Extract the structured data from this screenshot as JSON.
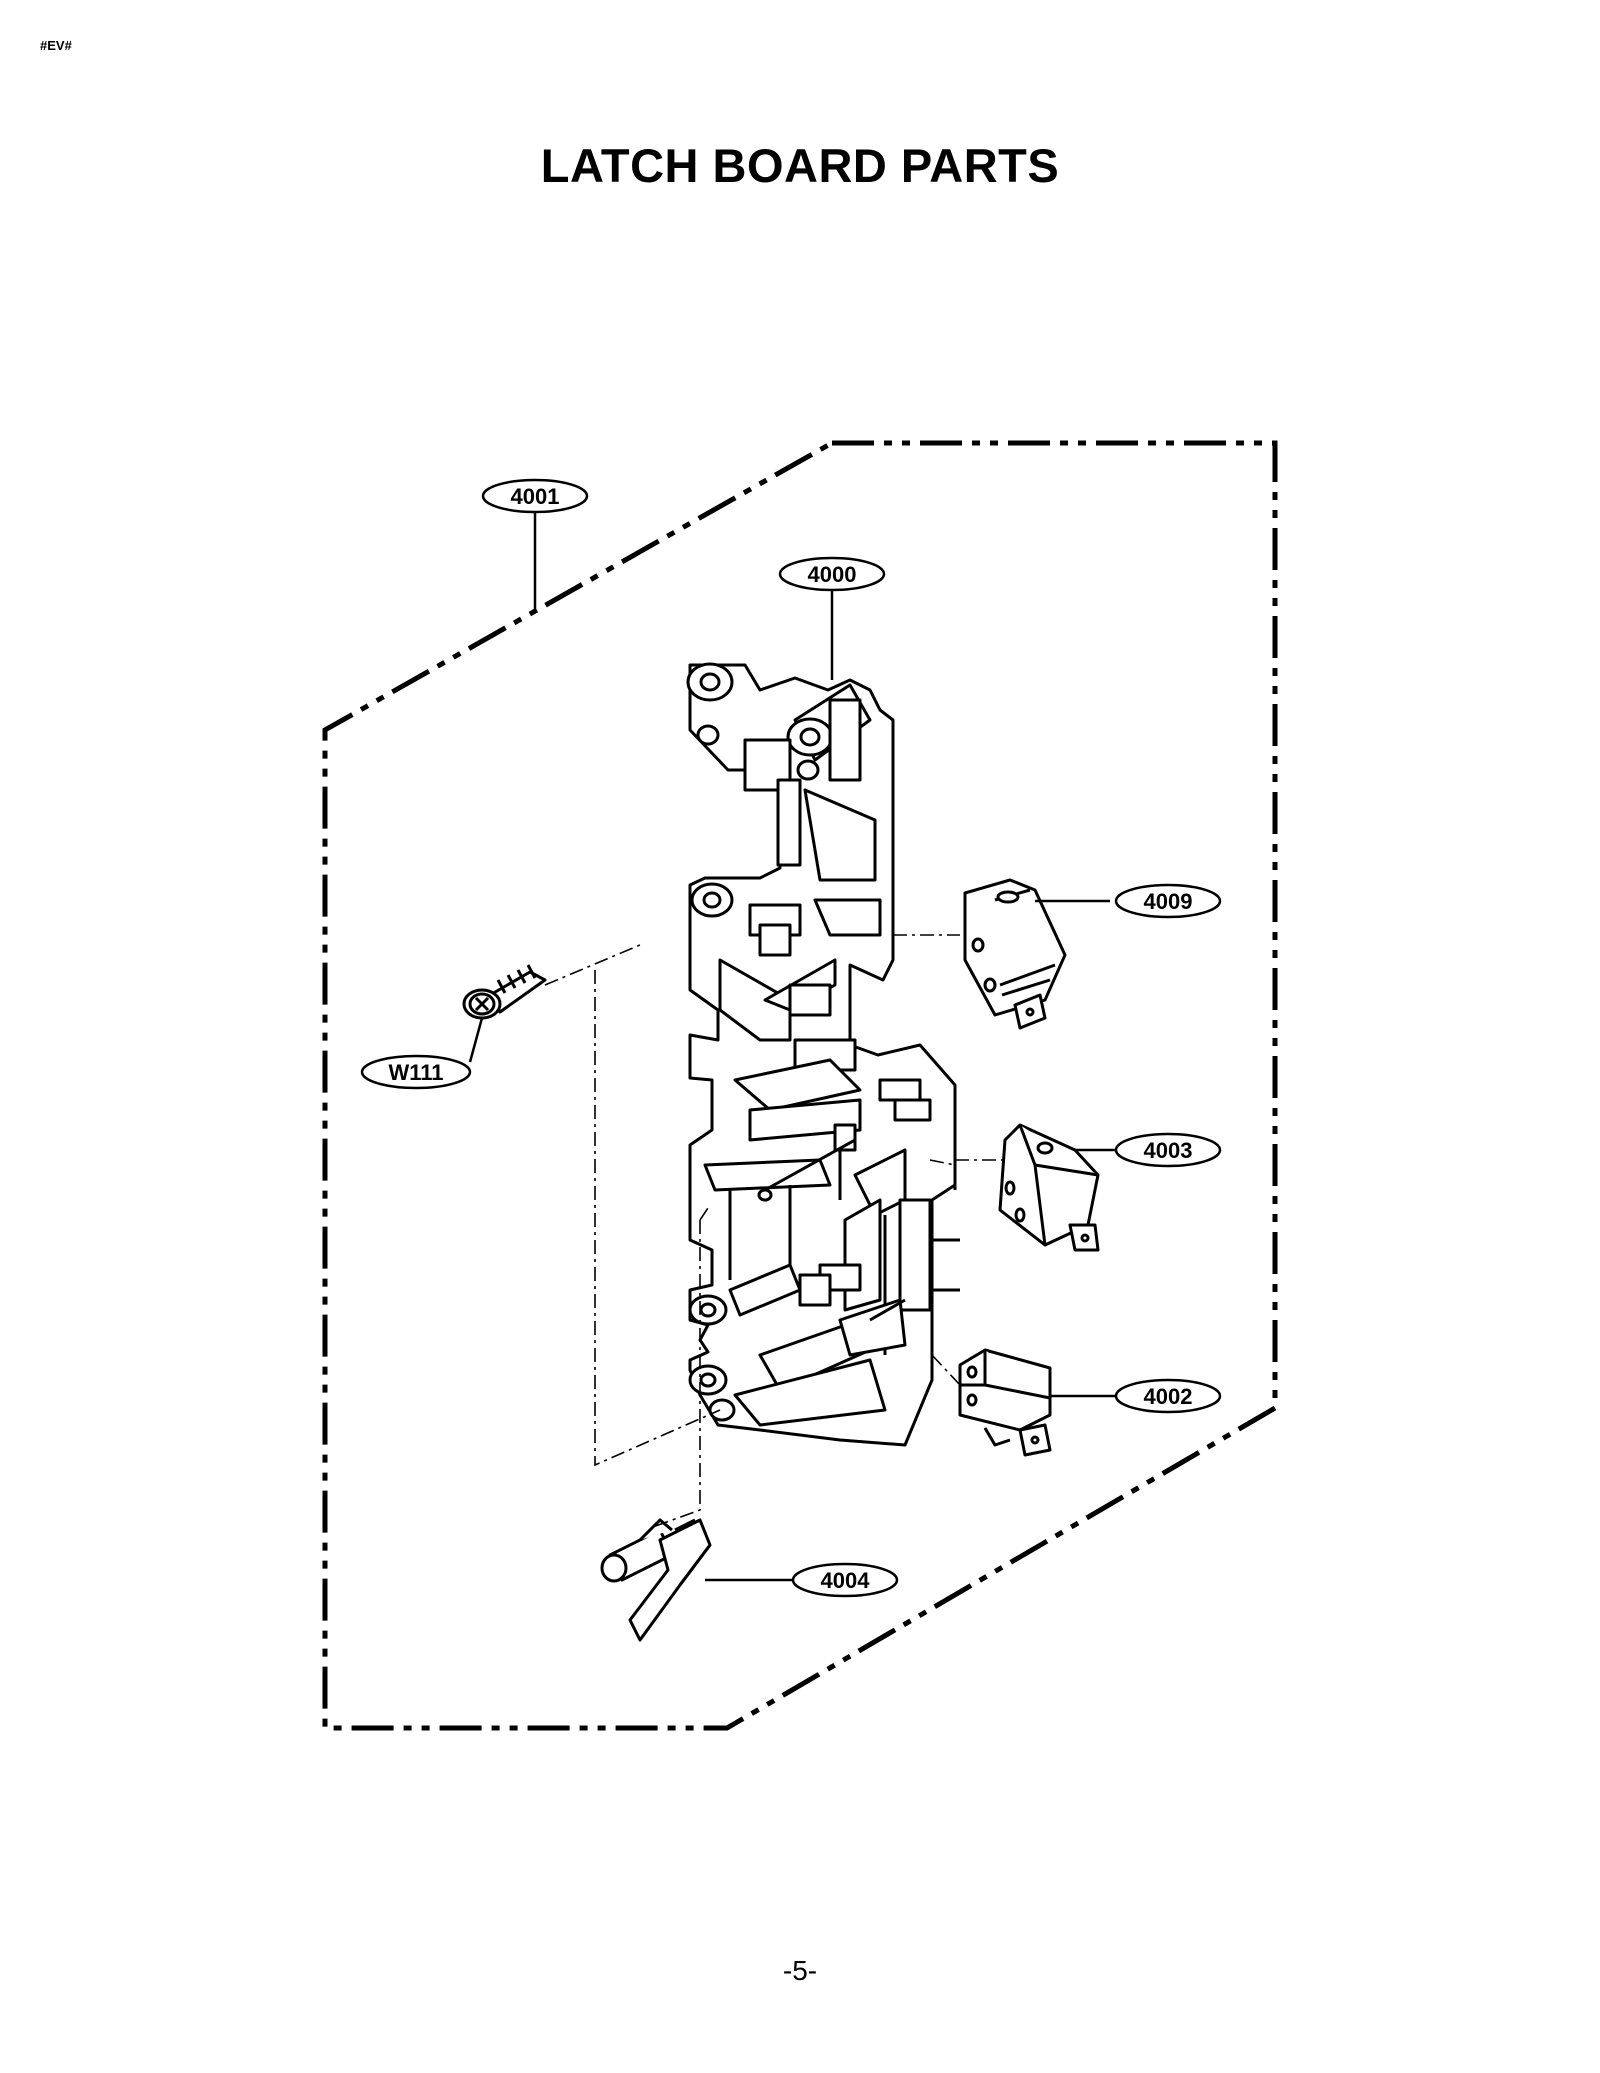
{
  "document": {
    "code": "#EV#",
    "title": "LATCH BOARD PARTS",
    "page_number": "-5-"
  },
  "callouts": {
    "c4001": "4001",
    "c4000": "4000",
    "c4009": "4009",
    "cW111": "W111",
    "c4003": "4003",
    "c4002": "4002",
    "c4004": "4004"
  }
}
